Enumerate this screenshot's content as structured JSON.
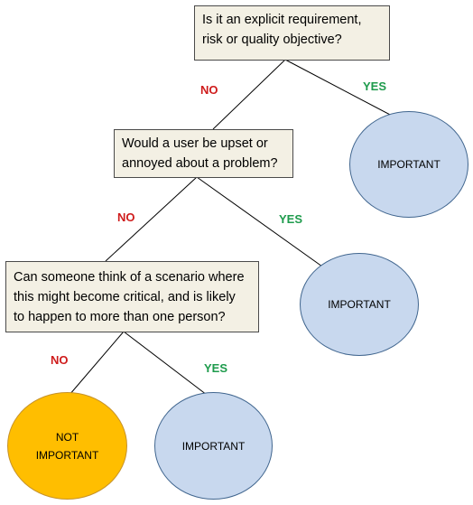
{
  "colors": {
    "no": "#cf1c1c",
    "yes": "#1e9b4c",
    "important_fill": "#c8d8ee",
    "not_important_fill": "#ffbe00",
    "question_fill": "#f3f0e4"
  },
  "questions": [
    {
      "lines": [
        "Is it an explicit requirement,",
        "risk or quality objective?"
      ]
    },
    {
      "lines": [
        "Would a user be upset or",
        "annoyed about a problem?"
      ]
    },
    {
      "lines": [
        "Can someone think of a scenario where",
        "this might become critical, and is likely",
        "to happen to more than one person?"
      ]
    }
  ],
  "outcomes": {
    "q1_yes": {
      "lines": [
        "IMPORTANT"
      ]
    },
    "q2_yes": {
      "lines": [
        "IMPORTANT"
      ]
    },
    "q3_yes": {
      "lines": [
        "IMPORTANT"
      ]
    },
    "q3_no": {
      "lines": [
        "NOT",
        "IMPORTANT"
      ]
    }
  },
  "branch_labels": {
    "q1_no": "NO",
    "q1_yes": "YES",
    "q2_no": "NO",
    "q2_yes": "YES",
    "q3_no": "NO",
    "q3_yes": "YES"
  }
}
